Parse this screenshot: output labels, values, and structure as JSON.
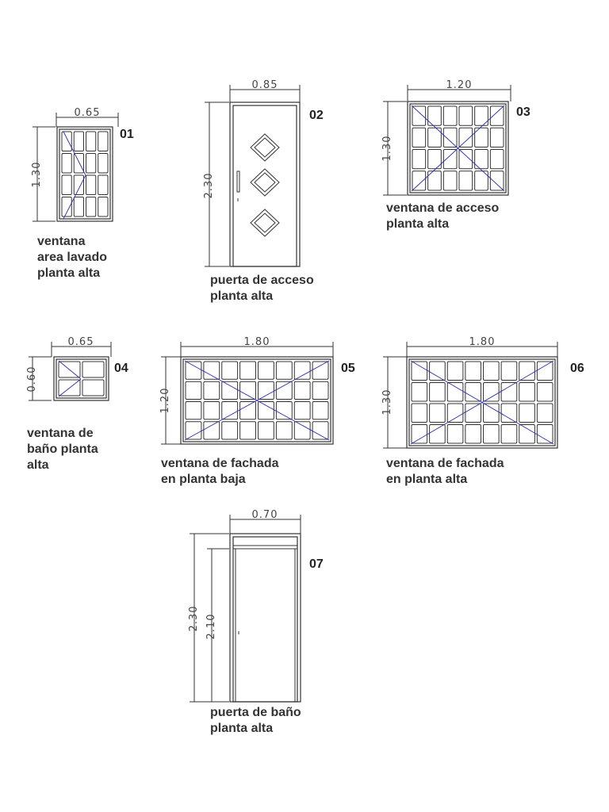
{
  "elements": [
    {
      "id": "01",
      "dim_width": "0.65",
      "dim_height": "1.30",
      "caption": [
        "ventana",
        "area  lavado",
        "planta alta"
      ]
    },
    {
      "id": "02",
      "dim_width": "0.85",
      "dim_height": "2.30",
      "caption": [
        "puerta de acceso",
        "planta alta"
      ]
    },
    {
      "id": "03",
      "dim_width": "1.20",
      "dim_height": "1.30",
      "caption": [
        "ventana de acceso",
        "planta alta"
      ]
    },
    {
      "id": "04",
      "dim_width": "0.65",
      "dim_height": "0.60",
      "caption": [
        "ventana de",
        "baño planta",
        "alta"
      ]
    },
    {
      "id": "05",
      "dim_width": "1.80",
      "dim_height": "1.20",
      "caption": [
        "ventana de fachada",
        "en planta baja"
      ]
    },
    {
      "id": "06",
      "dim_width": "1.80",
      "dim_height": "1.30",
      "caption": [
        "ventana de fachada",
        "en planta alta"
      ]
    },
    {
      "id": "07",
      "dim_width": "0.70",
      "dim_height": "2.30",
      "dim_height_inner": "2.10",
      "caption": [
        "puerta de baño",
        "planta alta"
      ]
    }
  ],
  "colors": {
    "line": "#333333",
    "diagonal": "#2b2fb0",
    "text": "#333333"
  }
}
